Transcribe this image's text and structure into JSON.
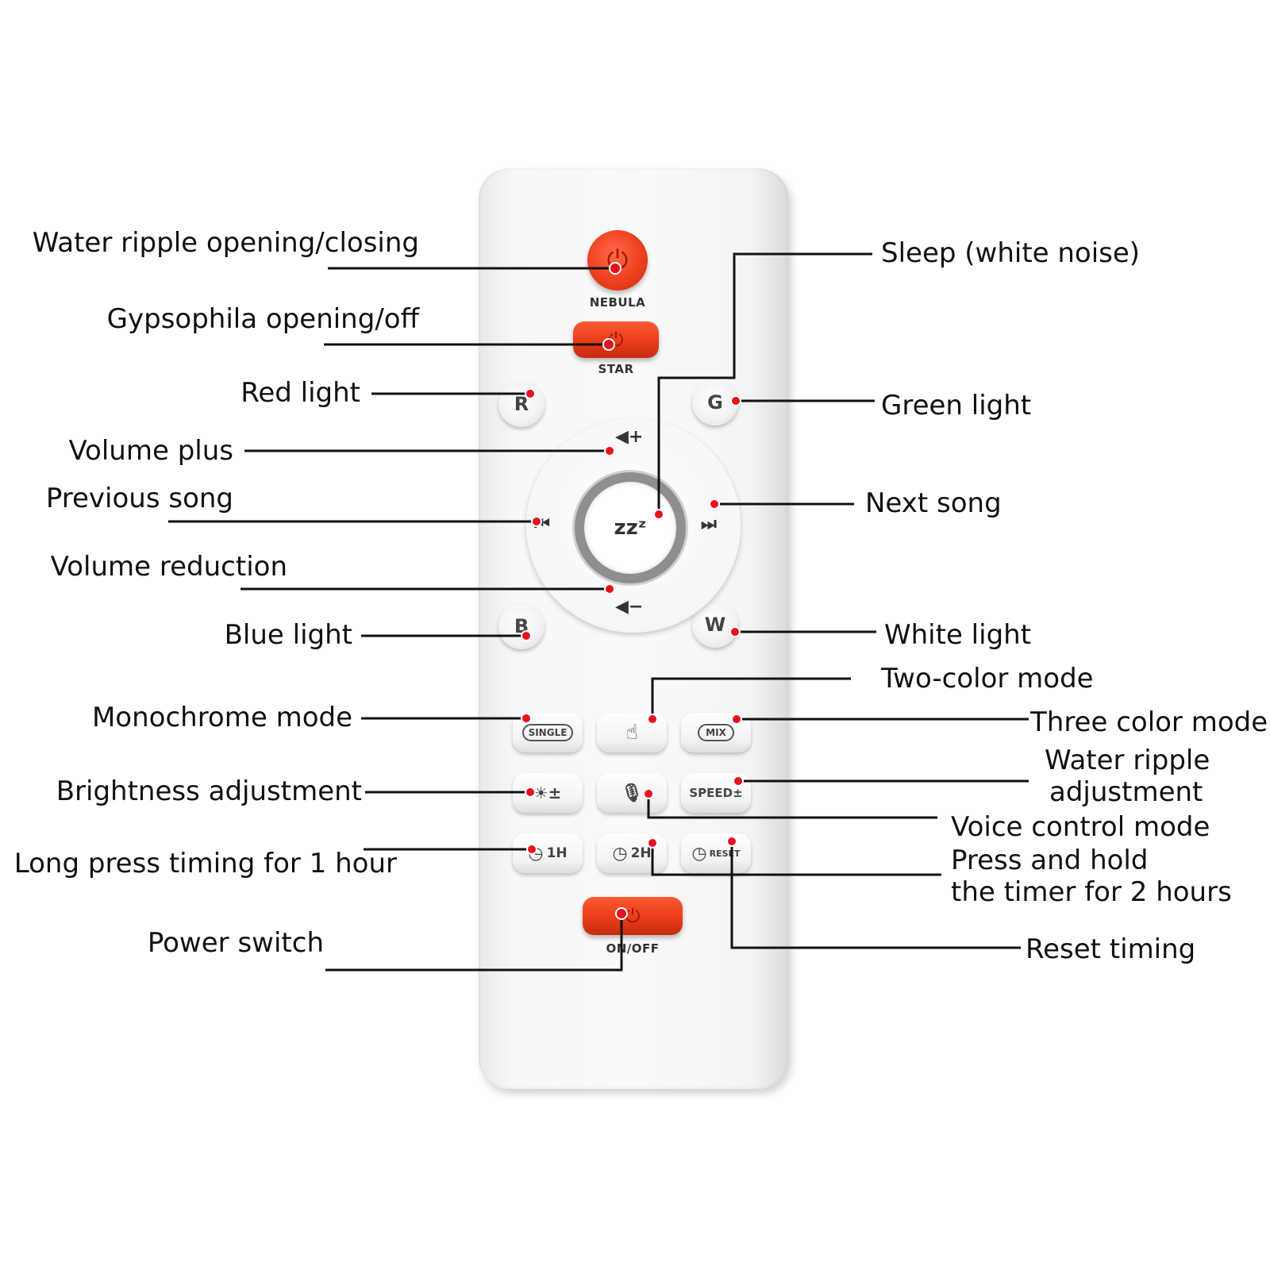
{
  "remote": {
    "nebula_caption": "NEBULA",
    "star_caption": "STAR",
    "onoff_caption": "ON/OFF",
    "icons": {
      "power": "power-icon",
      "volume_up": "volume-up-icon",
      "volume_down": "volume-down-icon",
      "previous": "previous-track-icon",
      "next": "next-track-icon",
      "sleep": "sleep-icon",
      "single": "single-mode-icon",
      "touch": "touch-mix-icon",
      "mix": "mix-mode-icon",
      "brightness": "brightness-icon",
      "voice": "microphone-icon",
      "clock": "clock-icon"
    },
    "glyphs": {
      "power": "⏻",
      "vol_up": "◀+",
      "vol_down": "◀−",
      "prev": "⏮",
      "next": "⏭",
      "sleep": "zzᶻ",
      "touch": "☝",
      "mic": "🎙",
      "clock": "◷"
    },
    "keys": {
      "r": "R",
      "g": "G",
      "b": "B",
      "w": "W",
      "single": "SINGLE",
      "mix": "MIX",
      "brightness": "☀±",
      "speed": "SPEED±",
      "one_hour": "1H",
      "two_hour": "2H",
      "reset": "RESET"
    }
  },
  "labels": {
    "water_ripple_toggle": "Water ripple opening/closing",
    "gypsophila_toggle": "Gypsophila opening/off",
    "red_light": "Red light",
    "volume_plus": "Volume plus",
    "previous_song": "Previous song",
    "volume_reduction": "Volume reduction",
    "blue_light": "Blue light",
    "monochrome_mode": "Monochrome mode",
    "brightness_adjustment": "Brightness adjustment",
    "timing_1h": "Long press timing for 1 hour",
    "power_switch": "Power switch",
    "sleep": "Sleep (white noise)",
    "green_light": "Green light",
    "next_song": "Next song",
    "white_light": "White light",
    "two_color_mode": "Two-color mode",
    "three_color_mode": "Three color mode",
    "water_ripple_adjust_1": "Water ripple",
    "water_ripple_adjust_2": "adjustment",
    "voice_control_mode": "Voice control mode",
    "timer_2h_1": "Press and hold",
    "timer_2h_2": "the timer for 2 hours",
    "reset_timing": "Reset timing"
  },
  "colors": {
    "marker": "#e8101f",
    "leader": "#111111",
    "accent_red": "#f0401f"
  }
}
